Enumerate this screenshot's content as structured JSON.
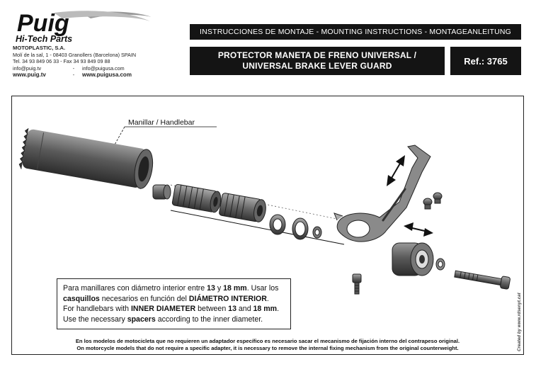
{
  "logo": {
    "brand": "Puig",
    "tagline": "Hi-Tech Parts"
  },
  "company": {
    "name": "MOTOPLASTIC, S.A.",
    "address": "Molí de la sal, 1  -  08403 Granollers (Barcelona) SPAIN",
    "phone": "Tel. 34 93 849 06 33  -  Fax 34 93 849 09 88",
    "email1": "info@puig.tv",
    "email2": "info@puigusa.com",
    "web1": "www.puig.tv",
    "web2": "www.puigusa.com",
    "sep": "-"
  },
  "header": {
    "instructions": "INSTRUCCIONES DE MONTAJE - MOUNTING INSTRUCTIONS - MONTAGEANLEITUNG",
    "title_es": "PROTECTOR MANETA DE FRENO UNIVERSAL /",
    "title_en": "UNIVERSAL BRAKE LEVER GUARD",
    "ref": "Ref.: 3765"
  },
  "diagram": {
    "handlebar_label": "Manillar / Handlebar"
  },
  "info": {
    "l1a": "Para manillares con diámetro interior entre ",
    "l1b": "13",
    "l1c": " y ",
    "l1d": "18 mm",
    "l1e": ". Usar los",
    "l2a": "casquillos",
    "l2b": " necesarios en función del ",
    "l2c": "DIÁMETRO INTERIOR",
    "l2d": ".",
    "l3a": "For handlebars with ",
    "l3b": "INNER DIAMETER",
    "l3c": " between ",
    "l3d": "13",
    "l3e": " and ",
    "l3f": "18 mm",
    "l3g": ".",
    "l4a": "Use the necessary ",
    "l4b": "spacers",
    "l4c": " according to the inner diameter."
  },
  "footer": {
    "es": "En los modelos de motocicleta que no requieren un adaptador específico es necesario sacar el mecanismo de fijación interno del contrapeso original.",
    "en": "On motorcycle models that do not require a specific adapter, it is necessary to remove the internal fixing mechanism from the original counterweight."
  },
  "credit": "Created by www.rdsenyt.cat"
}
